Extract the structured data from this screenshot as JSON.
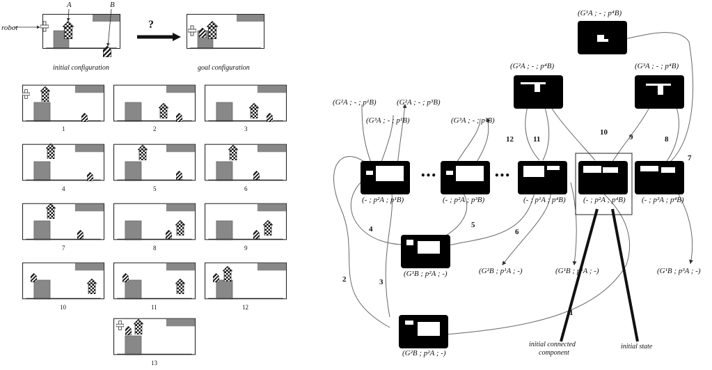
{
  "top": {
    "label_robot": "robot",
    "label_a": "A",
    "label_b": "B",
    "question": "?",
    "caption_initial": "initial configuration",
    "caption_goal": "goal configuration"
  },
  "steps": [
    "1",
    "2",
    "3",
    "4",
    "5",
    "6",
    "7",
    "8",
    "9",
    "10",
    "11",
    "12",
    "13"
  ],
  "graph": {
    "labels": {
      "g1a_pb4": "(G¹A ; - ; p⁴B)",
      "g2a_pb4": "(G²A ; - ; p⁴B)",
      "g3a_pb4": "(G³A ; - ; p⁴B)",
      "g2a_pb1": "(G²A ; - ; p¹B)",
      "g2a_pb3": "(G²A ; - ; p³B)",
      "g3a_pb1": "(G³A ; - ; p¹B)",
      "g3a_pb3": "(G³A ; - ; p³B)",
      "n1": "(- ; p²A ; p¹B)",
      "n2": "(- ; p²A ; p³B)",
      "n3": "(- ; p¹A ; p⁴B)",
      "n4": "(- ; p²A ; p⁴B)",
      "n5": "(- ; p³A ; p⁴B)",
      "g1b_pa2": "(G¹B ; p²A ; -)",
      "g2b_pa2": "(G²B ; p²A ; -)",
      "g2b_pa1": "(G²B ; p¹A ; -)",
      "g1b_pa1": "(G¹B ; p¹A ; -)",
      "g1b_pa3": "(G¹B ; p³A ; -)"
    },
    "edges": [
      "1",
      "2",
      "3",
      "4",
      "5",
      "6",
      "7",
      "8",
      "9",
      "10",
      "11",
      "12"
    ],
    "dots": "•••",
    "caption_component": "initial connected component",
    "caption_component_l1": "initial connected",
    "caption_component_l2": "component",
    "caption_state": "initial state"
  }
}
